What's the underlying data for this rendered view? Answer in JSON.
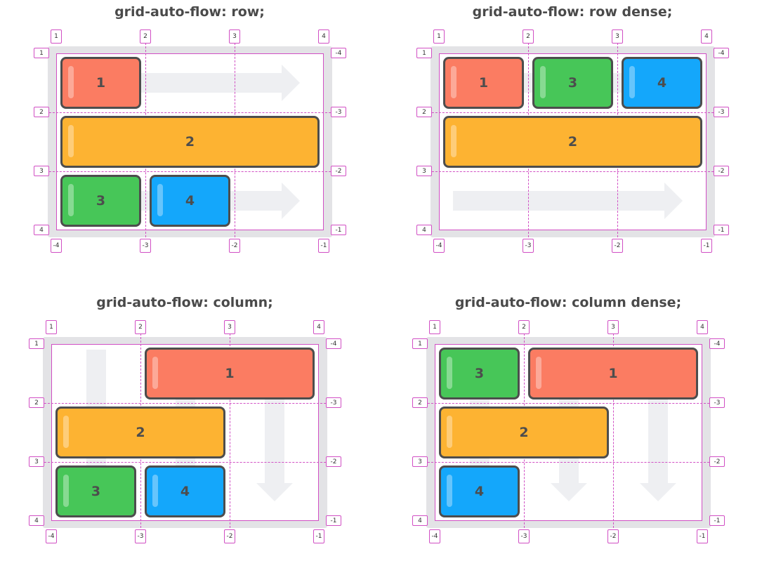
{
  "colors": {
    "item_1": "#fb7c62",
    "item_2": "#fdb332",
    "item_3": "#47c658",
    "item_4": "#14a7fb",
    "guide": "#d14fc4",
    "frame": "#e3e3e6",
    "arrow": "#eeeff2"
  },
  "panels": [
    {
      "title": "grid-auto-flow: row;",
      "flow": "row",
      "items": [
        {
          "label": "1",
          "color": "item_1",
          "cols": [
            1,
            2
          ],
          "rows": [
            1,
            2
          ]
        },
        {
          "label": "2",
          "color": "item_2",
          "cols": [
            1,
            4
          ],
          "rows": [
            2,
            3
          ]
        },
        {
          "label": "3",
          "color": "item_3",
          "cols": [
            1,
            2
          ],
          "rows": [
            3,
            4
          ]
        },
        {
          "label": "4",
          "color": "item_4",
          "cols": [
            2,
            3
          ],
          "rows": [
            3,
            4
          ]
        }
      ]
    },
    {
      "title": "grid-auto-flow: row dense;",
      "flow": "row",
      "items": [
        {
          "label": "1",
          "color": "item_1",
          "cols": [
            1,
            2
          ],
          "rows": [
            1,
            2
          ]
        },
        {
          "label": "3",
          "color": "item_3",
          "cols": [
            2,
            3
          ],
          "rows": [
            1,
            2
          ]
        },
        {
          "label": "4",
          "color": "item_4",
          "cols": [
            3,
            4
          ],
          "rows": [
            1,
            2
          ]
        },
        {
          "label": "2",
          "color": "item_2",
          "cols": [
            1,
            4
          ],
          "rows": [
            2,
            3
          ]
        }
      ]
    },
    {
      "title": "grid-auto-flow: column;",
      "flow": "column",
      "items": [
        {
          "label": "1",
          "color": "item_1",
          "cols": [
            2,
            4
          ],
          "rows": [
            1,
            2
          ]
        },
        {
          "label": "2",
          "color": "item_2",
          "cols": [
            1,
            3
          ],
          "rows": [
            2,
            3
          ]
        },
        {
          "label": "3",
          "color": "item_3",
          "cols": [
            1,
            2
          ],
          "rows": [
            3,
            4
          ]
        },
        {
          "label": "4",
          "color": "item_4",
          "cols": [
            2,
            3
          ],
          "rows": [
            3,
            4
          ]
        }
      ]
    },
    {
      "title": "grid-auto-flow: column dense;",
      "flow": "column",
      "items": [
        {
          "label": "3",
          "color": "item_3",
          "cols": [
            1,
            2
          ],
          "rows": [
            1,
            2
          ]
        },
        {
          "label": "1",
          "color": "item_1",
          "cols": [
            2,
            4
          ],
          "rows": [
            1,
            2
          ]
        },
        {
          "label": "2",
          "color": "item_2",
          "cols": [
            1,
            3
          ],
          "rows": [
            2,
            3
          ]
        },
        {
          "label": "4",
          "color": "item_4",
          "cols": [
            1,
            2
          ],
          "rows": [
            3,
            4
          ]
        }
      ]
    }
  ],
  "line_labels": {
    "top": [
      "1",
      "2",
      "3",
      "4"
    ],
    "left": [
      "1",
      "2",
      "3",
      "4"
    ],
    "right": [
      "-4",
      "-3",
      "-2",
      "-1"
    ],
    "bottom": [
      "-4",
      "-3",
      "-2",
      "-1"
    ]
  }
}
